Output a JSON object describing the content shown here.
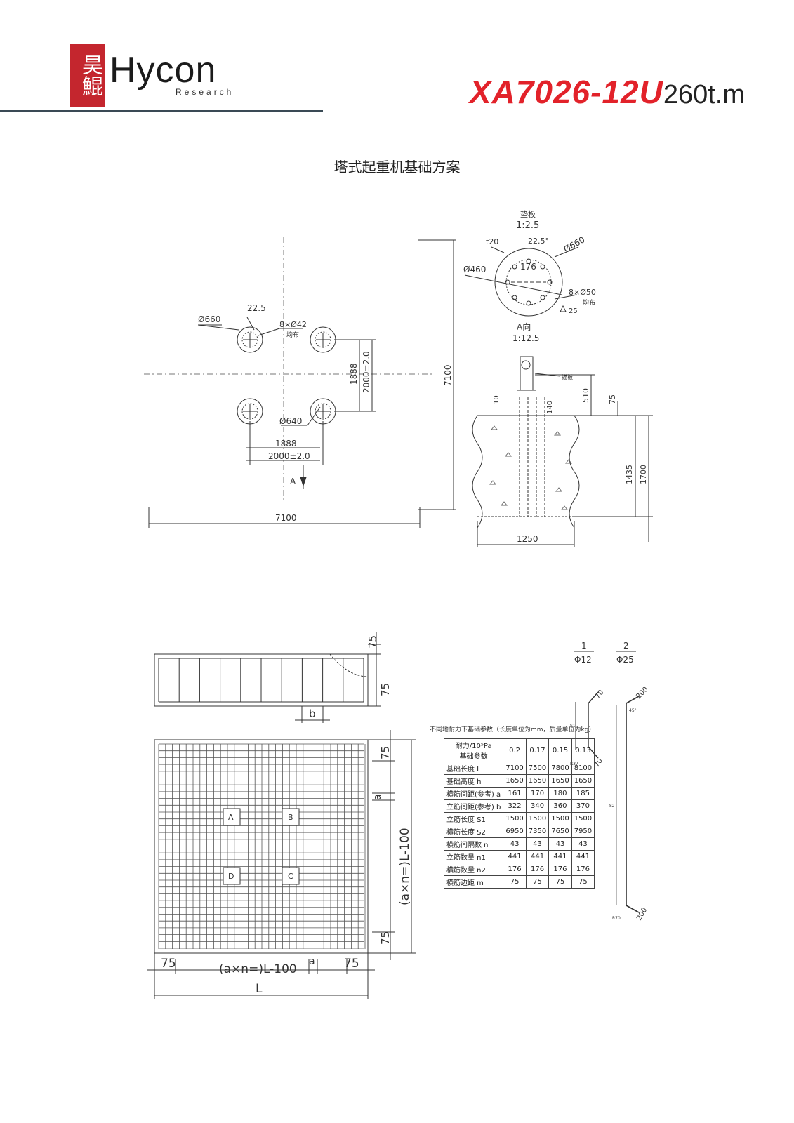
{
  "header": {
    "logo_seal": "昊鯤",
    "logo_word": "Hycon",
    "logo_sub": "Research",
    "model_code": "XA7026-12U",
    "model_spec": "260t.m"
  },
  "document": {
    "title": "塔式起重机基础方案"
  },
  "plan_view": {
    "dim_overall": "7100",
    "dim_vertical": "7100",
    "dim_1888_h": "1888",
    "dim_2000_h": "2000±2.0",
    "dim_1888_v": "1888",
    "dim_2000_v": "2000±2.0",
    "dim_diam660": "Ø660",
    "dim_angle": "22.5",
    "bolt_spec": "8×Ø42",
    "bolt_note": "均布",
    "dim_diam640": "Ø640",
    "view_arrow": "A"
  },
  "detail_view": {
    "plate_title": "垫板",
    "plate_scale": "1:2.5",
    "thickness": "t20",
    "angle": "22.5°",
    "diam660": "Ø660",
    "diam460": "Ø460",
    "dim176": "176",
    "holes": "8×Ø50",
    "holes_note": "均布",
    "rough": "25",
    "section_title": "A向",
    "section_scale": "1:12.5",
    "anchor_label": "锚板",
    "dim510": "510",
    "dim10": "10",
    "dim140": "140",
    "dim75": "75",
    "dim1435": "1435",
    "dim1700": "1700",
    "dim1250": "1250"
  },
  "rebar_view": {
    "dim75_top": "75",
    "dim75_b": "75",
    "dim_b": "b",
    "dim75_r1": "75",
    "dim_a": "a",
    "dim_axn_v": "(a×n=)L-100",
    "dim75_r2": "75",
    "dim75_bl": "75",
    "dim_axn_h": "(a×n=)L-100",
    "dim_a_h": "a",
    "dim75_br": "75",
    "dim_L": "L",
    "markers": [
      "A",
      "B",
      "D",
      "C"
    ]
  },
  "rebar_shapes": {
    "r1_num": "1",
    "r1_spec": "Φ12",
    "r2_num": "2",
    "r2_spec": "Φ25",
    "dim200_top": "200",
    "dim200_bot": "200",
    "dim70": "70",
    "dim70b": "70",
    "angle45": "45°",
    "r37": "R37",
    "r70": "R70",
    "s1": "S1",
    "s2": "S2"
  },
  "param_table": {
    "title": "不同地耐力下基础参数（长度单位为mm，质量单位为kg）",
    "corner_top": "耐力/10⁵Pa",
    "corner_bottom": "基础参数",
    "columns": [
      "0.2",
      "0.17",
      "0.15",
      "0.13"
    ],
    "rows": [
      {
        "label": "基础长度 L",
        "values": [
          "7100",
          "7500",
          "7800",
          "8100"
        ]
      },
      {
        "label": "基础高度 h",
        "values": [
          "1650",
          "1650",
          "1650",
          "1650"
        ]
      },
      {
        "label": "横筋间距(参考) a",
        "values": [
          "161",
          "170",
          "180",
          "185"
        ]
      },
      {
        "label": "立筋间距(参考) b",
        "values": [
          "322",
          "340",
          "360",
          "370"
        ]
      },
      {
        "label": "立筋长度 S1",
        "values": [
          "1500",
          "1500",
          "1500",
          "1500"
        ]
      },
      {
        "label": "横筋长度 S2",
        "values": [
          "6950",
          "7350",
          "7650",
          "7950"
        ]
      },
      {
        "label": "横筋间隔数 n",
        "values": [
          "43",
          "43",
          "43",
          "43"
        ]
      },
      {
        "label": "立筋数量 n1",
        "values": [
          "441",
          "441",
          "441",
          "441"
        ]
      },
      {
        "label": "横筋数量 n2",
        "values": [
          "176",
          "176",
          "176",
          "176"
        ]
      },
      {
        "label": "横筋边距 m",
        "values": [
          "75",
          "75",
          "75",
          "75"
        ]
      }
    ]
  }
}
